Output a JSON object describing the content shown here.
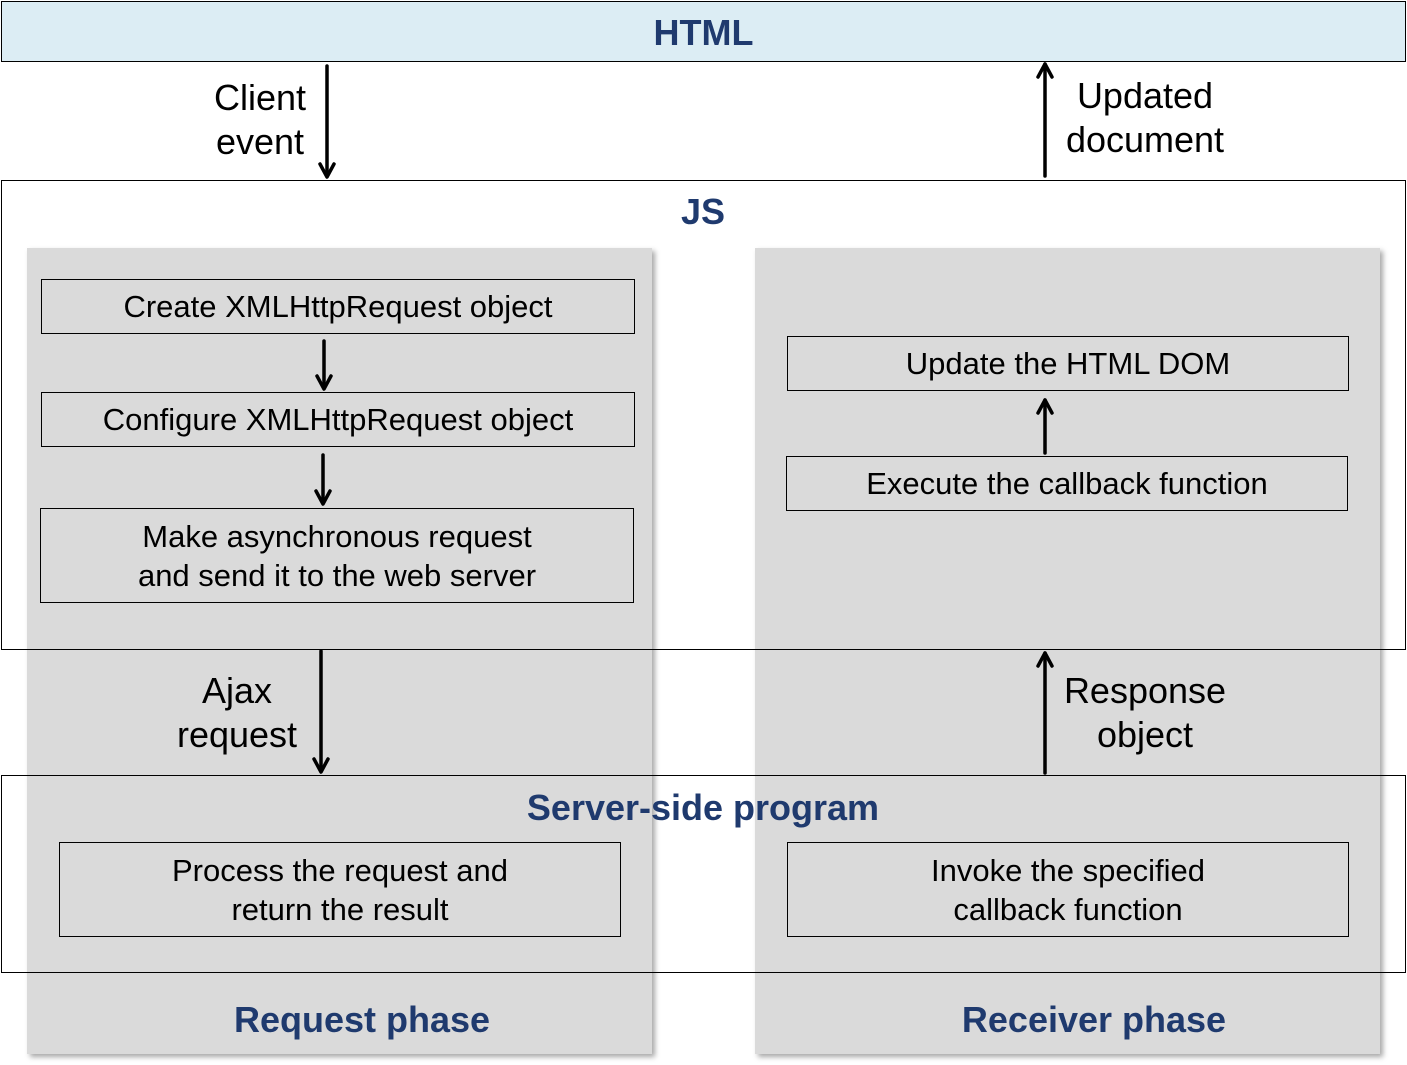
{
  "layers": {
    "html": "HTML",
    "js": "JS",
    "server": "Server-side program"
  },
  "flows": {
    "client_event": "Client\nevent",
    "updated_document": "Updated\ndocument",
    "ajax_request": "Ajax\nrequest",
    "response_object": "Response\nobject"
  },
  "request_phase": {
    "label": "Request phase",
    "steps": [
      "Create XMLHttpRequest object",
      "Configure XMLHttpRequest object",
      "Make asynchronous request\nand send it to the web server"
    ],
    "server_step": "Process the request and\nreturn the result"
  },
  "receiver_phase": {
    "label": "Receiver phase",
    "steps": [
      "Update the HTML DOM",
      "Execute the callback function"
    ],
    "server_step": "Invoke the specified\ncallback function"
  },
  "colors": {
    "title_blue": "#1f3a6e",
    "html_band": "#dcedf4",
    "phase_panel": "#dadada"
  }
}
